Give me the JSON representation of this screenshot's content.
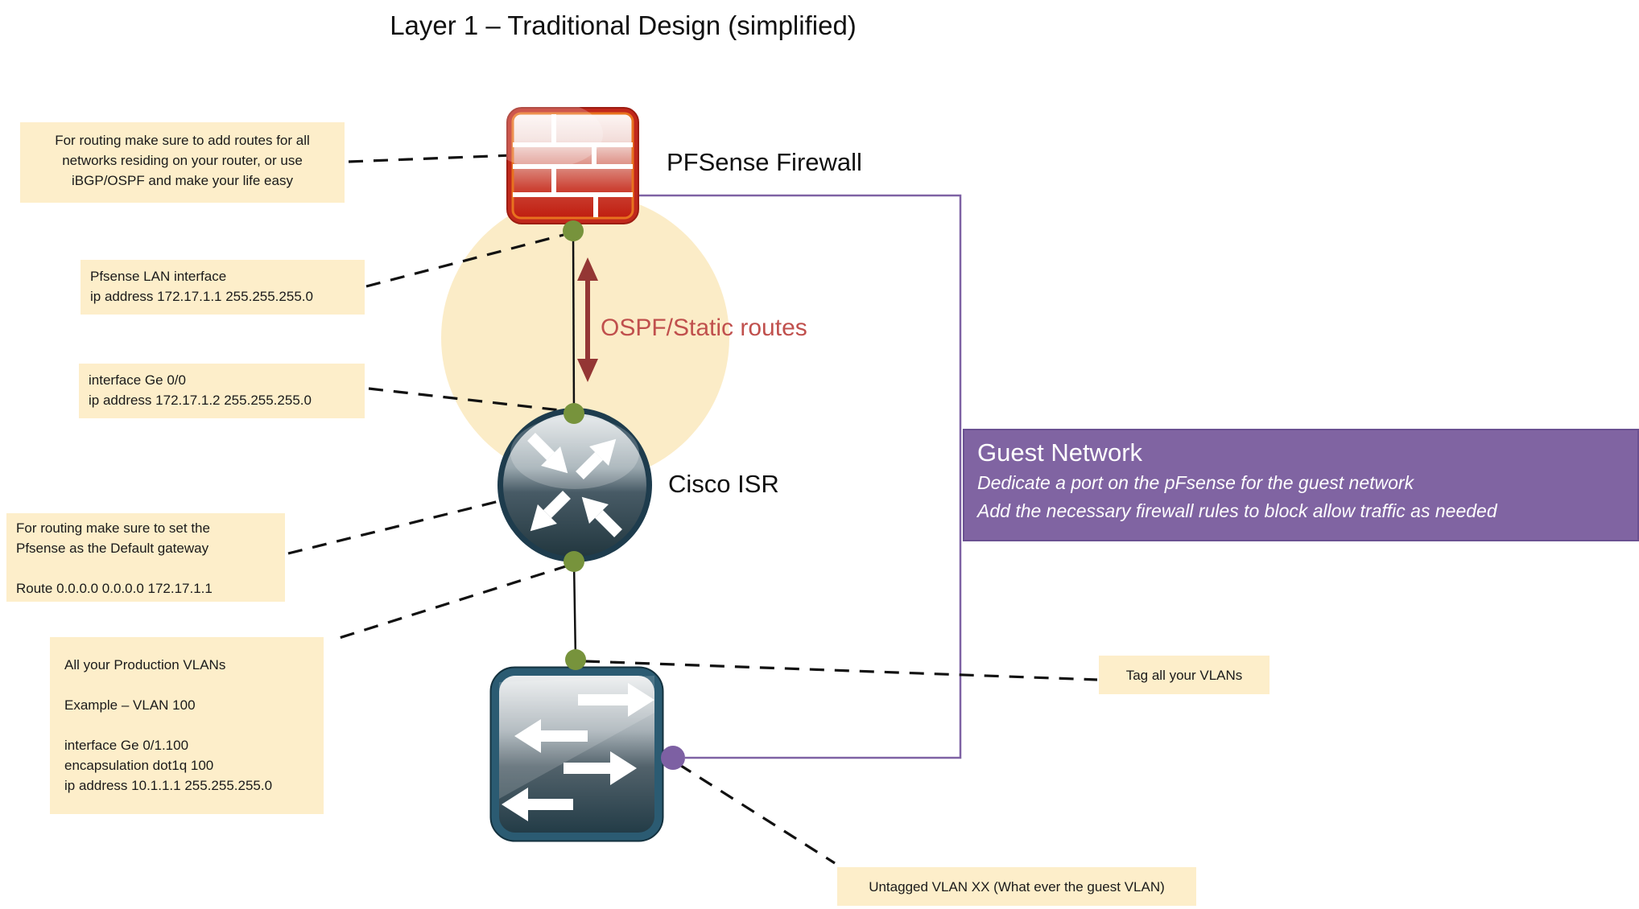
{
  "title": "Layer 1 – Traditional Design (simplified)",
  "nodes": {
    "firewall_label": "PFSense Firewall",
    "router_label": "Cisco ISR"
  },
  "link_label": "OSPF/Static routes",
  "notes": {
    "routing_routes": {
      "line1": "For routing make sure to add routes for all",
      "line2": "networks residing on your router, or use",
      "line3": "iBGP/OSPF and make your life easy"
    },
    "pfsense_lan": {
      "line1": "Pfsense LAN interface",
      "line2": "ip address 172.17.1.1 255.255.255.0"
    },
    "router_ge00": {
      "line1": "interface Ge 0/0",
      "line2": "ip address 172.17.1.2 255.255.255.0"
    },
    "default_gateway": {
      "para1_line1": "For routing make sure to set the",
      "para1_line2": "Pfsense as the Default gateway",
      "para2": "Route 0.0.0.0 0.0.0.0 172.17.1.1"
    },
    "production_vlans": {
      "para1": "All your Production VLANs",
      "para2": "Example – VLAN 100",
      "para3_line1": "interface Ge 0/1.100",
      "para3_line2": "encapsulation dot1q 100",
      "para3_line3": "ip address 10.1.1.1 255.255.255.0"
    },
    "tag_vlans": "Tag all your VLANs",
    "untagged_vlan": "Untagged VLAN XX (What ever the guest VLAN)"
  },
  "guest_banner": {
    "title": "Guest Network",
    "line1": "Dedicate a port on the pFsense for the guest network",
    "line2": "Add the necessary firewall rules to block allow traffic as needed"
  },
  "colors": {
    "note_bg": "#fdeeca",
    "banner_bg": "#8064a2",
    "accent_purple": "#7e62a4",
    "olive_dot": "#77933c",
    "purple_dot": "#7d60a3",
    "arrow_red": "#943634",
    "ospf_text": "#c0504d",
    "halo": "#fbecc7"
  }
}
